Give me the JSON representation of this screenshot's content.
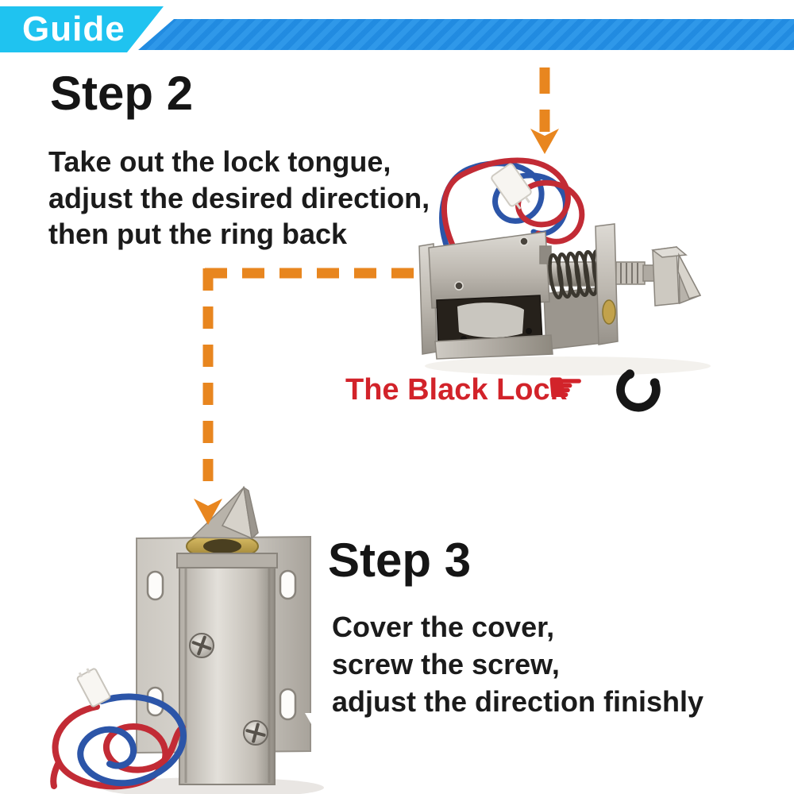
{
  "page": {
    "background": "#FFFFFF"
  },
  "banner": {
    "label": "Guide",
    "tab_color": "#1FC3F0",
    "band_color": "#2493E8",
    "text_color": "#FFFFFF"
  },
  "step2": {
    "title": "Step 2",
    "lines": [
      "Take out the lock tongue,",
      "adjust the desired direction,",
      "then put the ring back"
    ]
  },
  "step3": {
    "title": "Step 3",
    "lines": [
      "Cover the cover,",
      "screw the screw,",
      "adjust the direction finishly"
    ]
  },
  "caption": {
    "text": "The Black Lock",
    "color": "#D2232A",
    "pointer_glyph": "☛",
    "pointer_icon": "right-pointing-hand-icon",
    "ring_icon": "e-clip-retaining-ring-icon"
  },
  "annotations": {
    "arrow_color": "#E8861F",
    "arrows": [
      "dashed-down-arrow-to-lock-photo",
      "dashed-elbow-arrow-to-mounted-lock"
    ]
  },
  "photos": {
    "lock": "solenoid-cabinet-lock-with-spring-tongue-and-red-blue-wires",
    "mounted_lock": "lock-mounted-in-bracket-with-red-blue-wires"
  }
}
